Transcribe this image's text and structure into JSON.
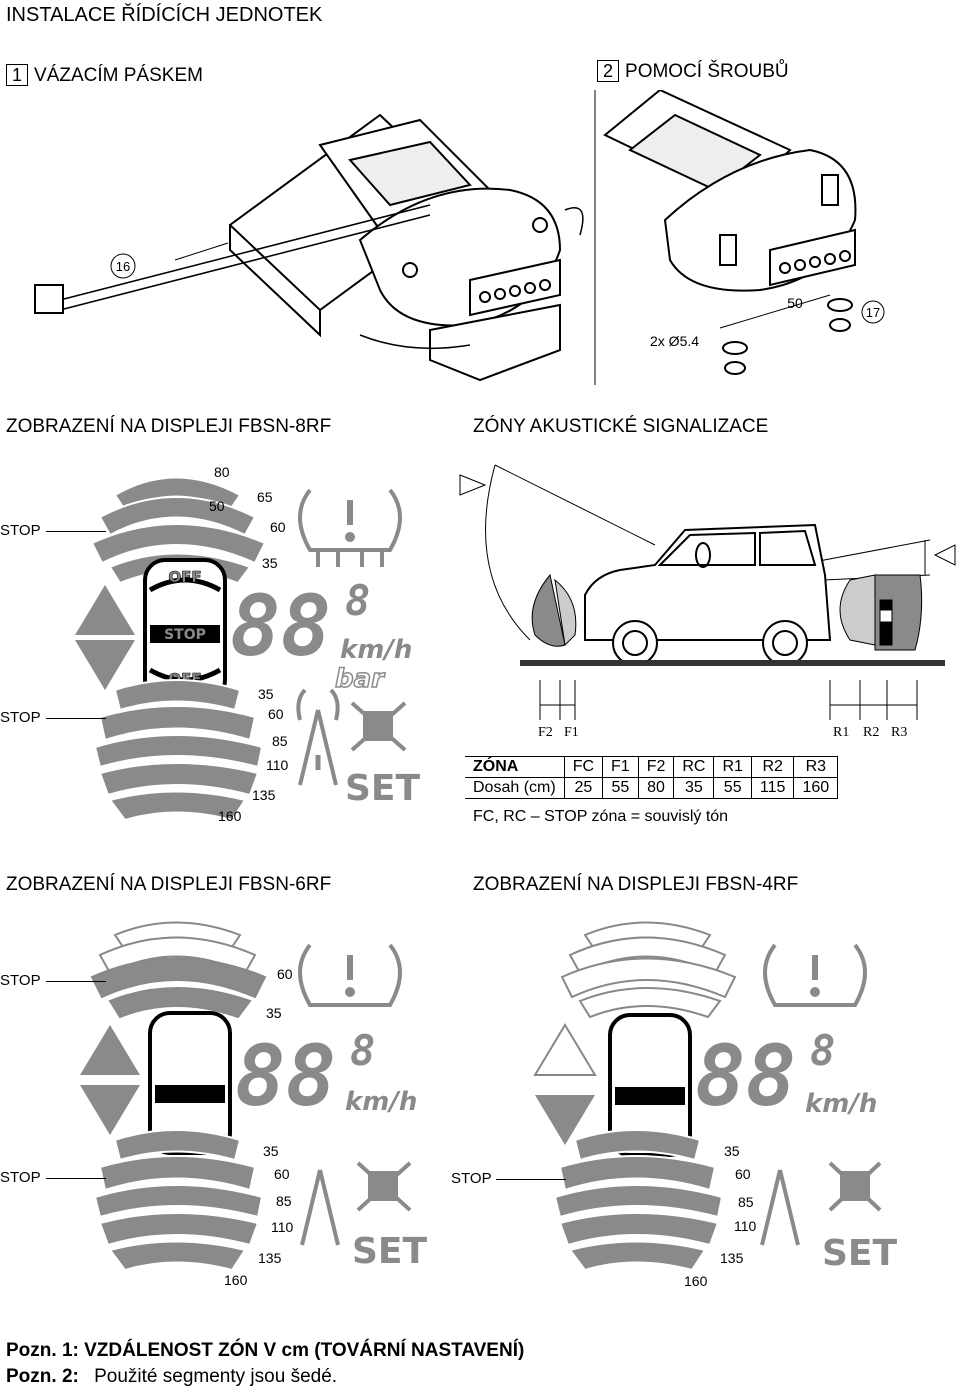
{
  "title": "INSTALACE ŘÍDÍCÍCH JEDNOTEK",
  "install": {
    "option1": {
      "num": "1",
      "label": "VÁZACÍM PÁSKEM"
    },
    "option2": {
      "num": "2",
      "label": "POMOCÍ ŠROUBŮ"
    },
    "callout16": "16",
    "callout17": "17",
    "dim50": "50",
    "hole": "2x  Ø5.4"
  },
  "fbsn8": {
    "title": "ZOBRAZENÍ NA DISPLEJI FBSN-8RF",
    "stop": "STOP",
    "front_labels": [
      "80",
      "50",
      "65",
      "60",
      "35"
    ],
    "rear_labels": [
      "35",
      "60",
      "85",
      "110",
      "135",
      "160"
    ],
    "off": "OFF",
    "stop_badge": "STOP",
    "kmh": "km/h",
    "bar": "bar",
    "set": "SET"
  },
  "zones": {
    "title": "ZÓNY AKUSTICKÉ SIGNALIZACE",
    "front_labels": [
      "F2",
      "F1"
    ],
    "rear_labels": [
      "R1",
      "R2",
      "R3"
    ],
    "table": {
      "header": [
        "ZÓNA",
        "FC",
        "F1",
        "F2",
        "RC",
        "R1",
        "R2",
        "R3"
      ],
      "row": [
        "Dosah (cm)",
        "25",
        "55",
        "80",
        "35",
        "55",
        "115",
        "160"
      ]
    },
    "note": "FC, RC – STOP zóna = souvislý tón"
  },
  "fbsn6": {
    "title": "ZOBRAZENÍ NA DISPLEJI FBSN-6RF",
    "stop": "STOP",
    "front_labels": [
      "60",
      "35"
    ],
    "rear_labels": [
      "35",
      "60",
      "85",
      "110",
      "135",
      "160"
    ]
  },
  "fbsn4": {
    "title": "ZOBRAZENÍ NA DISPLEJI FBSN-4RF",
    "stop": "STOP",
    "rear_labels": [
      "35",
      "60",
      "85",
      "110",
      "135",
      "160"
    ]
  },
  "notes": {
    "note1": "Pozn. 1: VZDÁLENOST ZÓN V cm (TOVÁRNÍ NASTAVENÍ)",
    "note2_prefix": "Pozn. 2:",
    "note2_text": "Použité segmenty jsou šedé."
  },
  "colors": {
    "segment_gray": "#8a8a8a",
    "segment_light": "#ffffff",
    "ground": "#333333"
  }
}
